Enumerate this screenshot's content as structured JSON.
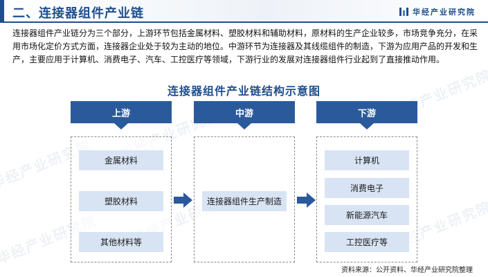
{
  "header": {
    "title": "二、连接器组件产业链",
    "brand": "华经产业研究院"
  },
  "intro": "连接器组件产业链分为三个部分，上游环节包括金属材料、塑胶材料和辅助材料，原材料的生产企业较多，市场竞争充分，在采用市场化定价方式方面，连接器企业处于较为主动的地位。中游环节为连接器及其线缆组件的制造，下游为应用产品的开发和生产，主要应用于计算机、消费电子、汽车、工控医疗等领域，下游行业的发展对连接器组件行业起到了直接推动作用。",
  "diagram": {
    "title": "连接器组件产业链结构示意图",
    "upstream": {
      "label": "上游",
      "items": [
        "金属材料",
        "塑胶材料",
        "其他材料等"
      ]
    },
    "midstream": {
      "label": "中游",
      "items": [
        "连接器组件生产制造"
      ]
    },
    "downstream": {
      "label": "下游",
      "items": [
        "计算机",
        "消费电子",
        "新能源汽车",
        "工控医疗等"
      ]
    },
    "colors": {
      "stage_header": "#2a5a9b",
      "item_fill": "#d8e4f4",
      "title": "#1f4e8c"
    }
  },
  "watermark": "华经产业研究院",
  "source": "资料来源：公开资料、华经产业研究院整理"
}
